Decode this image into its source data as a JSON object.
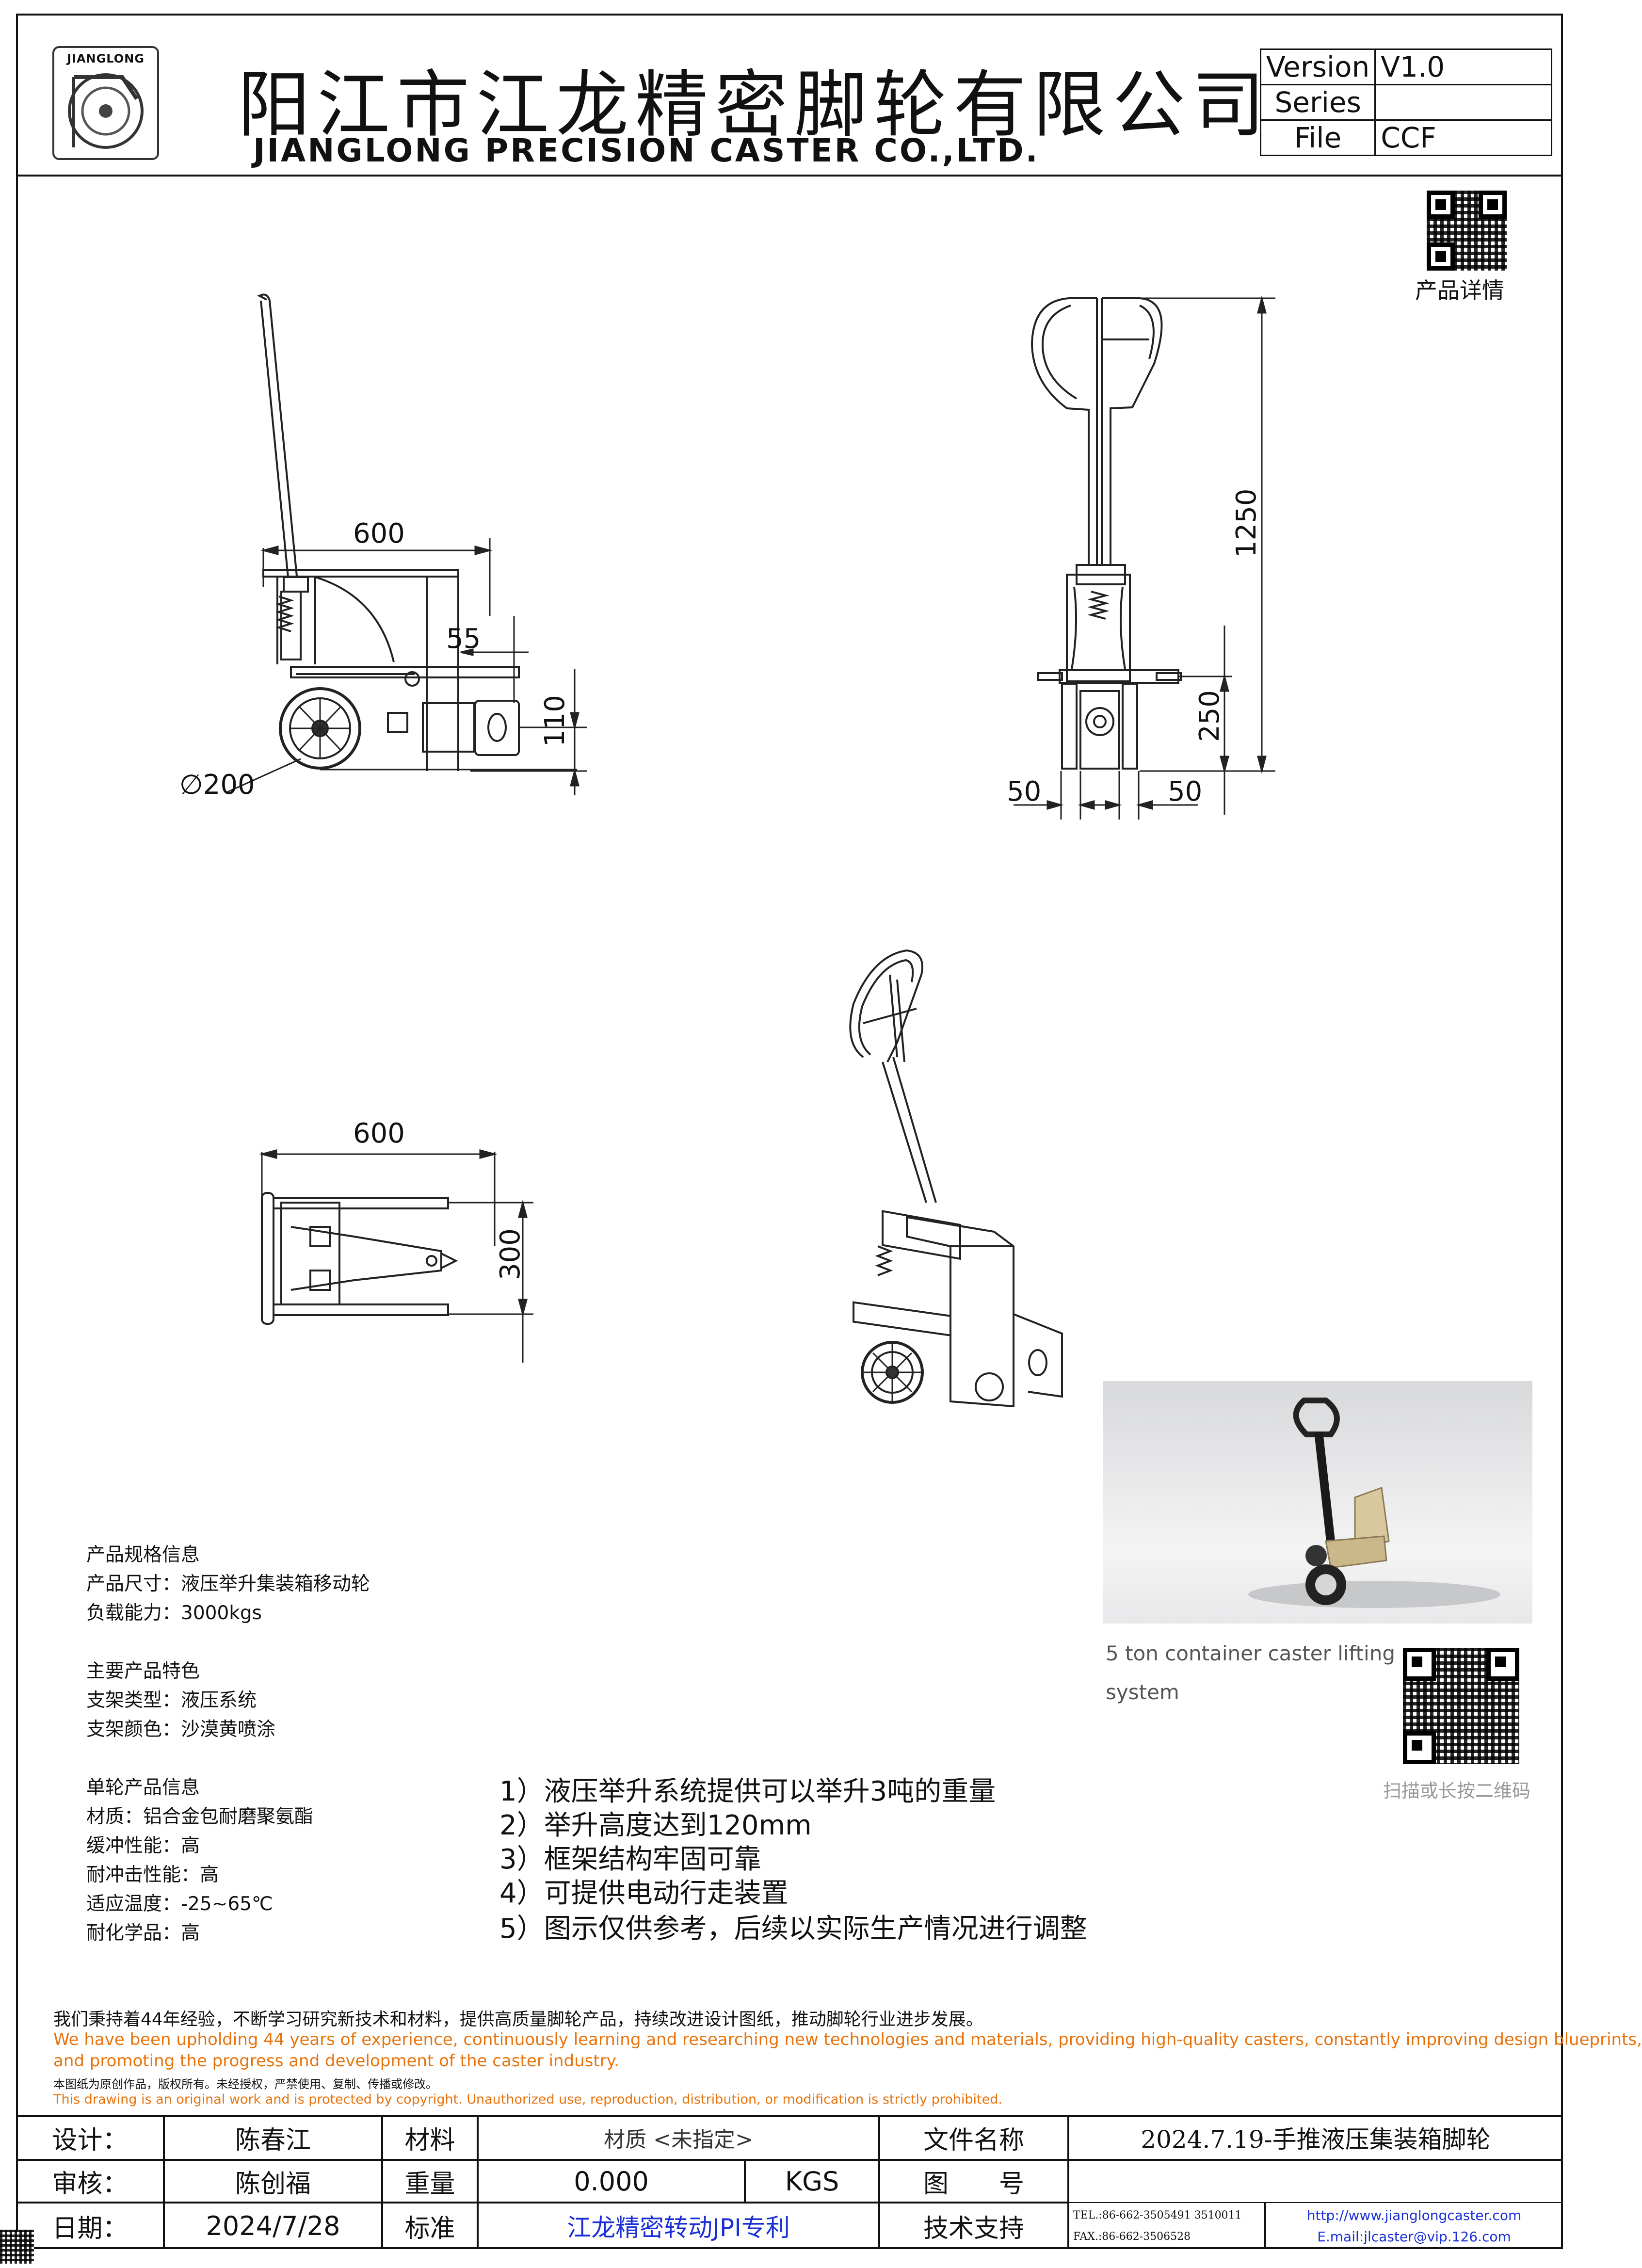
{
  "header": {
    "logo_text": "JIANGLONG",
    "company_cn": "阳江市江龙精密脚轮有限公司",
    "company_en": "JIANGLONG PRECISION CASTER CO.,LTD.",
    "version_label": "Version",
    "version_value": "V1.0",
    "series_label": "Series",
    "series_value": "",
    "file_label": "File",
    "file_value": "CCF"
  },
  "qr_top_caption": "产品详情",
  "dimensions": {
    "side_width": "600",
    "side_offset": "55",
    "side_height": "110",
    "wheel_diameter": "∅200",
    "front_total_height": "1250",
    "front_lift_height": "250",
    "front_left": "50",
    "front_right": "50",
    "top_width": "600",
    "top_depth": "300"
  },
  "product_card": {
    "caption_line1": "5 ton container caster lifting",
    "caption_line2": "system",
    "qr_caption": "扫描或长按二维码"
  },
  "spec": {
    "section1_title": "产品规格信息",
    "size": "产品尺寸：液压举升集装箱移动轮",
    "load": "负载能力：3000kgs",
    "section2_title": "主要产品特色",
    "frame_type": "支架类型：液压系统",
    "frame_color": "支架颜色：沙漠黄喷涂",
    "section3_title": "单轮产品信息",
    "material": "材质：铝合金包耐磨聚氨酯",
    "shock": "缓冲性能：高",
    "impact": "耐冲击性能：高",
    "temperature": "适应温度：-25~65℃",
    "chemical": "耐化学品：高"
  },
  "features": [
    "1）液压举升系统提供可以举升3吨的重量",
    "2）举升高度达到120mm",
    "3）框架结构牢固可靠",
    "4）可提供电动行走装置",
    "5）图示仅供参考，后续以实际生产情况进行调整"
  ],
  "notes": {
    "cn_statement": "我们秉持着44年经验，不断学习研究新技术和材料，提供高质量脚轮产品，持续改进设计图纸，推动脚轮行业进步发展。",
    "en_statement_1": "We have been upholding 44 years of experience, continuously learning and researching new technologies and materials, providing high-quality casters, constantly improving design blueprints,",
    "en_statement_2": "and promoting the progress and development of the caster industry.",
    "cn_copyright": "本图纸为原创作品，版权所有。未经授权，严禁使用、复制、传播或修改。",
    "en_copyright": "This drawing is an original work and is protected by copyright. Unauthorized use, reproduction, distribution, or modification is strictly prohibited.",
    "orange": "#e8730c"
  },
  "title_block": {
    "design_label": "设计：",
    "design_value": "陈春江",
    "material_label": "材料",
    "material_value": "材质 <未指定>",
    "filename_label": "文件名称",
    "filename_value": "2024.7.19-手推液压集装箱脚轮",
    "review_label": "审核：",
    "review_value": "陈创福",
    "weight_label": "重量",
    "weight_value": "0.000",
    "weight_unit": "KGS",
    "drawing_no_label": "图　　号",
    "drawing_no_value": "",
    "date_label": "日期：",
    "date_value": "2024/7/28",
    "standard_label": "标准",
    "standard_value": "江龙精密转动JPI专利",
    "support_label": "技术支持",
    "tel": "TEL.:86-662-3505491  3510011",
    "fax": "FAX.:86-662-3506528",
    "website": "http://www.jianglongcaster.com",
    "email": "E.mail:jlcaster@vip.126.com",
    "blue": "#1a2fd6"
  }
}
